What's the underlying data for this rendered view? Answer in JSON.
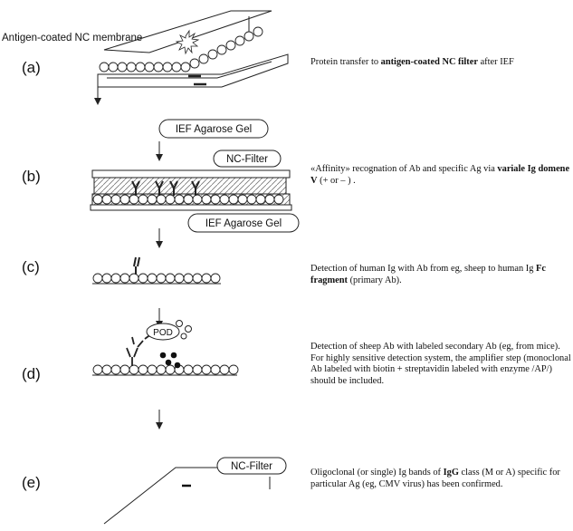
{
  "panels": [
    {
      "letter": "(a)"
    },
    {
      "letter": "(b)"
    },
    {
      "letter": "(c)"
    },
    {
      "letter": "(d)"
    },
    {
      "letter": "(e)"
    }
  ],
  "labels": {
    "antigen_membrane": "Antigen-coated NC membrane",
    "ief_gel_a": "IEF Agarose Gel",
    "nc_filter_b": "NC-Filter",
    "ief_gel_b": "IEF Agarose Gel",
    "pod": "POD",
    "nc_filter_e": "NC-Filter"
  },
  "descriptions": {
    "a": {
      "t1": "Protein transfer to ",
      "b1": "antigen-coated NC filter",
      "t2": " after IEF"
    },
    "b": {
      "t1": "«Affinity» recognation of Ab and specific Ag via ",
      "b1": "variale Ig domene V",
      "t2": " (+ or – ) ."
    },
    "c": {
      "t1": "Detection of human Ig with Ab from eg, sheep to human Ig ",
      "b1": "Fc fragment",
      "t2": " (primary Ab)."
    },
    "d": {
      "t1": "Detection of sheep Ab with labeled secondary Ab (eg, from mice). For highly sensitive detection system, the amplifier step (monoclonal Ab labeled with biotin + streptavidin labeled with enzyme /AP/) should be included."
    },
    "e": {
      "t1": "Oligoclonal (or single) Ig bands of ",
      "b1": "IgG",
      "t2": " class (M or A) specific for particular Ag (eg, CMV virus) has been confirmed."
    }
  }
}
